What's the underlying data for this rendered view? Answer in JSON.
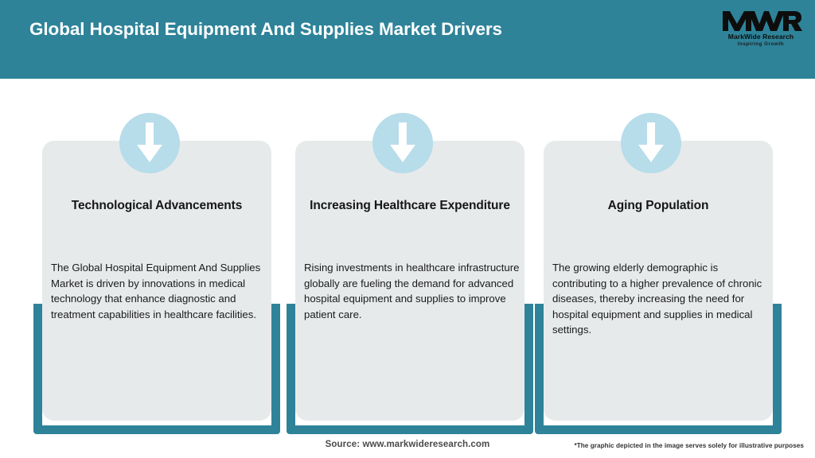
{
  "header": {
    "title": "Global Hospital Equipment And Supplies Market Drivers",
    "background_color": "#2e8399",
    "title_color": "#ffffff"
  },
  "logo": {
    "mark": "MWR",
    "name": "MarkWide Research",
    "tagline": "Inspiring Growth"
  },
  "theme": {
    "accent_teal": "#2e8399",
    "badge_blue": "#b7dcea",
    "panel_gray": "#e7eaeb",
    "arrow_white": "#ffffff"
  },
  "cards": [
    {
      "icon": "down-arrow-icon",
      "heading": "Technological Advancements",
      "body": "The Global Hospital Equipment And Supplies Market is driven by innovations in medical technology that enhance diagnostic and treatment capabilities in healthcare facilities."
    },
    {
      "icon": "down-arrow-icon",
      "heading": "Increasing Healthcare Expenditure",
      "body": "Rising investments in healthcare infrastructure globally are fueling the demand for advanced hospital equipment and supplies to improve patient care."
    },
    {
      "icon": "down-arrow-icon",
      "heading": "Aging Population",
      "body": "The growing elderly demographic is contributing to a higher prevalence of chronic diseases, thereby increasing the need for hospital equipment and supplies in medical settings."
    }
  ],
  "footer": {
    "source": "Source: www.markwideresearch.com",
    "disclaimer": "*The graphic depicted in the image serves solely for illustrative purposes"
  }
}
